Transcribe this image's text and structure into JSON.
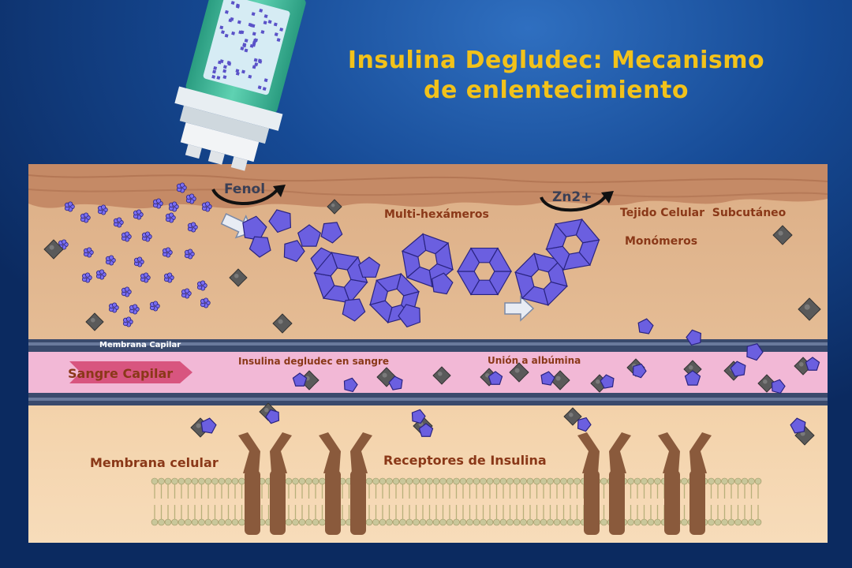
{
  "title": {
    "line1": "Insulina Degludec:  Mecanismo",
    "line2": "de enlentecimiento"
  },
  "labels": {
    "fenol": "Fenol",
    "zn": "Zn2+",
    "multi_hexameros": "Multi-hexámeros",
    "tejido": "Tejido Celular  Subcutáneo",
    "monomeros": "Monómeros",
    "membrana_capilar": "Membrana Capilar",
    "sangre_capilar": "Sangre Capilar",
    "insulina_sangre": "Insulina degludec en sangre",
    "union_albumina": "Unión a albúmina",
    "membrana_celular": "Membrana celular",
    "receptores": "Receptores de Insulina"
  },
  "colors": {
    "background": "#0d2d63",
    "title": "#f2c21a",
    "insulin": "#6b5fe0",
    "tissue": "#e6c29c",
    "skin": "#c58a66",
    "capillary_blood": "#f2b8d6",
    "capillary_wall": "#3a4a6c",
    "receptor": "#8a5a3c",
    "albumin": "#555555",
    "pen_body": "#2fa888"
  }
}
